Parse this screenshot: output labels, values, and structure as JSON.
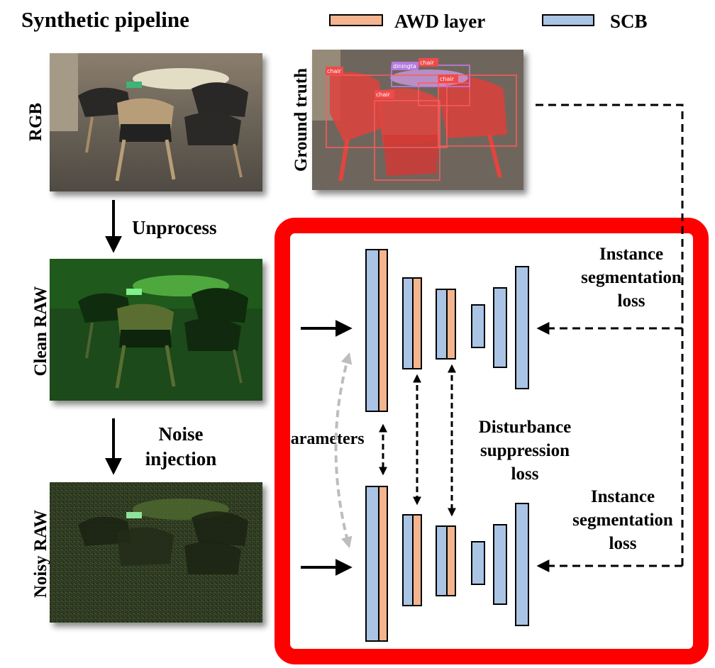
{
  "title": "Synthetic pipeline",
  "legend": {
    "awd": {
      "label": "AWD layer",
      "color": "#f3b48e"
    },
    "scb": {
      "label": "SCB",
      "color": "#a9c4e4"
    }
  },
  "images": {
    "rgb": {
      "label": "RGB"
    },
    "ground_truth": {
      "label": "Ground truth",
      "box_labels": [
        "chair",
        "diningta",
        "chair",
        "chair",
        "chair"
      ]
    },
    "clean_raw": {
      "label": "Clean RAW"
    },
    "noisy_raw": {
      "label": "Noisy RAW"
    }
  },
  "steps": {
    "unprocess": "Unprocess",
    "noise_line1": "Noise",
    "noise_line2": "injection"
  },
  "network": {
    "frame_color": "#ff0000",
    "shared_label": "parameters",
    "top_loss": [
      "Instance",
      "segmentation",
      "loss"
    ],
    "bottom_loss": [
      "Instance",
      "segmentation",
      "loss"
    ],
    "middle_loss": [
      "Disturbance",
      "suppression",
      "loss"
    ]
  }
}
